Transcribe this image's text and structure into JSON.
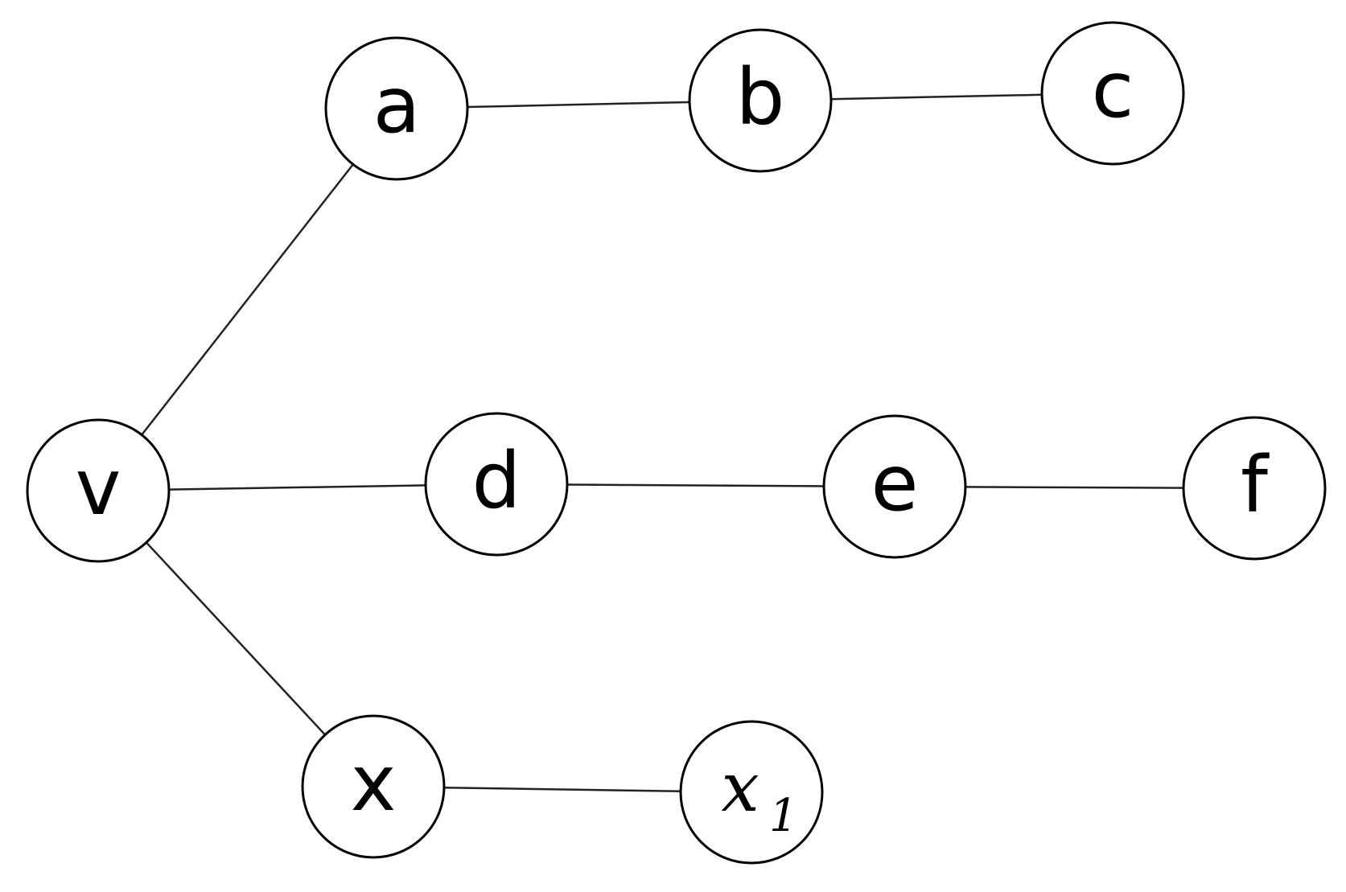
{
  "diagram": {
    "type": "graph",
    "directed": false,
    "colors": {
      "stroke": "#000000",
      "edge": "#222222",
      "background": "#ffffff"
    },
    "nodes": [
      {
        "id": "v",
        "label": "v"
      },
      {
        "id": "a",
        "label": "a"
      },
      {
        "id": "b",
        "label": "b"
      },
      {
        "id": "c",
        "label": "c"
      },
      {
        "id": "d",
        "label": "d"
      },
      {
        "id": "e",
        "label": "e"
      },
      {
        "id": "f",
        "label": "f"
      },
      {
        "id": "x",
        "label": "x"
      },
      {
        "id": "x1",
        "label": "x",
        "subscript": "1",
        "math": true
      }
    ],
    "edges": [
      {
        "from": "v",
        "to": "a"
      },
      {
        "from": "a",
        "to": "b"
      },
      {
        "from": "b",
        "to": "c"
      },
      {
        "from": "v",
        "to": "d"
      },
      {
        "from": "d",
        "to": "e"
      },
      {
        "from": "e",
        "to": "f"
      },
      {
        "from": "v",
        "to": "x"
      },
      {
        "from": "x",
        "to": "x1"
      }
    ]
  }
}
